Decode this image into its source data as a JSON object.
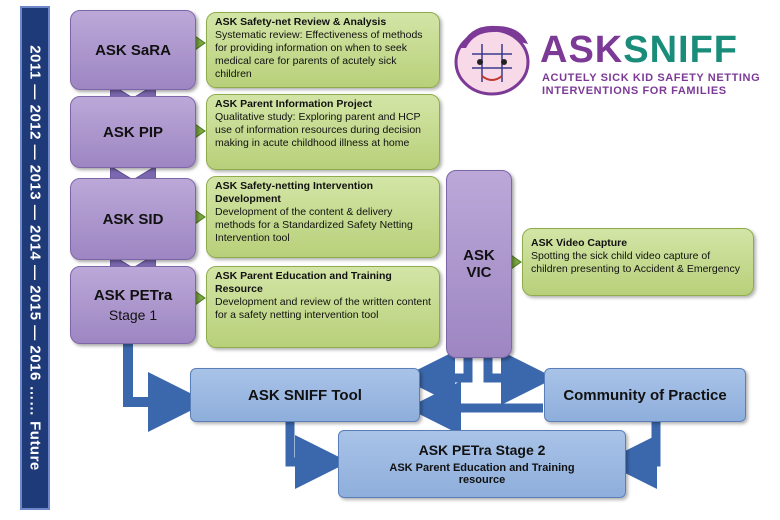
{
  "timeline": {
    "text": "2011 — 2012 — 2013 — 2014 — 2015 — 2016 …… Future"
  },
  "logo": {
    "word_part1": "ASK",
    "word_part2": "SNIFF",
    "tagline_line1": "ACUTELY SICK KID SAFETY NETTING",
    "tagline_line2": "INTERVENTIONS FOR FAMILIES"
  },
  "stages": [
    {
      "label": "ASK SaRA",
      "title": "ASK Safety-net  Review & Analysis",
      "desc": "Systematic review: Effectiveness of methods for providing information on when to seek medical care for parents of acutely sick children"
    },
    {
      "label": "ASK PIP",
      "title": "ASK Parent Information Project",
      "desc": "Qualitative study: Exploring parent and HCP use of information resources during decision making in acute childhood illness at home"
    },
    {
      "label": "ASK SID",
      "title": "ASK Safety-netting Intervention Development",
      "desc": "Development of the content & delivery methods for a Standardized Safety Netting Intervention tool"
    },
    {
      "label": "ASK PETra",
      "sublabel": "Stage 1",
      "title": "ASK Parent Education and Training Resource",
      "desc": "Development and review of the written content for a safety netting intervention tool"
    }
  ],
  "vic": {
    "label_line1": "ASK",
    "label_line2": "VIC",
    "title": "ASK Video Capture",
    "desc": "Spotting the sick child video capture of children presenting to  Accident & Emergency"
  },
  "outputs": {
    "tool": "ASK SNIFF Tool",
    "community": "Community of Practice",
    "petra2_title": "ASK PETra Stage 2",
    "petra2_sub_line1": "ASK Parent Education and Training",
    "petra2_sub_line2": "resource"
  },
  "colors": {
    "timeline": "#1f3a78",
    "purple_box": "#a892c9",
    "green_box": "#c6dc8f",
    "blue_box": "#9bb8e0",
    "arrow": "#4a76b8",
    "chevron": "#7b68b0"
  }
}
